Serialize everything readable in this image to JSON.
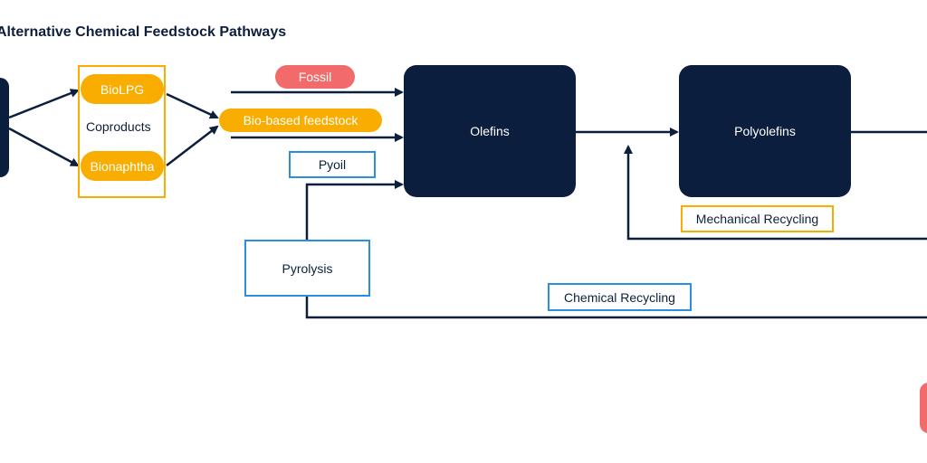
{
  "diagram": {
    "title": "Alternative Chemical Feedstock Pathways",
    "nodes": {
      "biolpg": "BioLPG",
      "coproducts": "Coproducts",
      "bionaphtha": "Bionaphtha",
      "fossil": "Fossil",
      "biobased": "Bio-based feedstock",
      "pyoil": "Pyoil",
      "olefins": "Olefins",
      "polyolefins": "Polyolefins",
      "pyrolysis": "Pyrolysis",
      "mechanical": "Mechanical Recycling",
      "chemical": "Chemical Recycling"
    },
    "colors": {
      "dark_box": "#0c1e3e",
      "orange": "#f8ad00",
      "red": "#f26b6b",
      "blue_outline": "#2a8fe0",
      "line": "#0d1f3c"
    }
  }
}
